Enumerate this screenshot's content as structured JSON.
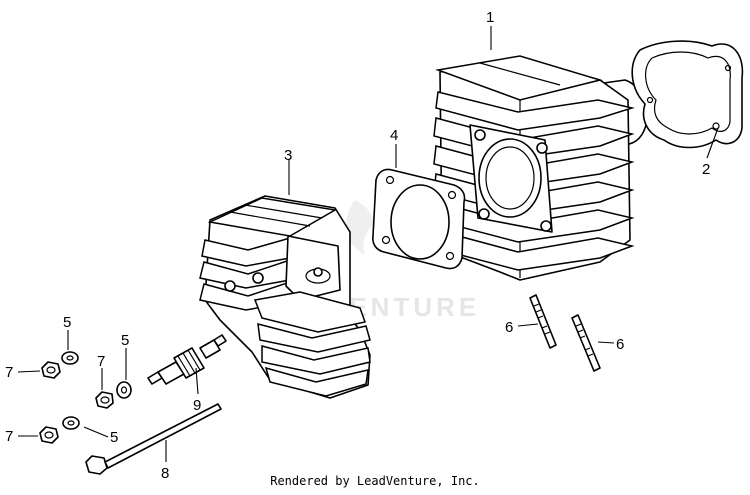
{
  "callouts": {
    "c1": "1",
    "c2": "2",
    "c3": "3",
    "c4": "4",
    "c5a": "5",
    "c5b": "5",
    "c5c": "5",
    "c6a": "6",
    "c6b": "6",
    "c7a": "7",
    "c7b": "7",
    "c7c": "7",
    "c8": "8",
    "c9": "9"
  },
  "watermark": "VENTURE",
  "footer": "Rendered by LeadVenture, Inc."
}
